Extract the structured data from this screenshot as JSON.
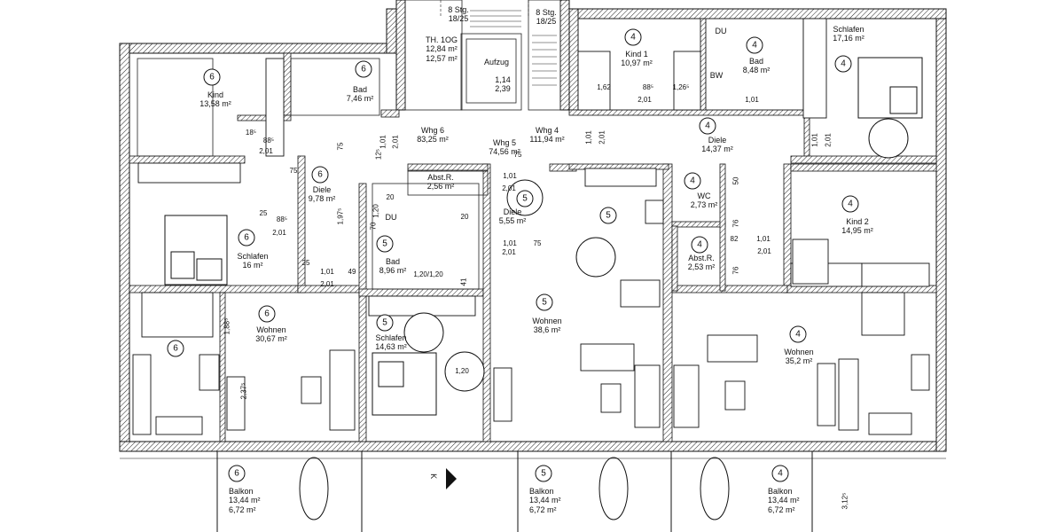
{
  "rooms": [
    {
      "id": "kind6",
      "num": "6",
      "name": "Kind",
      "area": "13,58 m²"
    },
    {
      "id": "bad6",
      "num": "6",
      "name": "Bad",
      "area": "7,46 m²"
    },
    {
      "id": "diele6",
      "num": "6",
      "name": "Diele",
      "area": "9,78 m²"
    },
    {
      "id": "schlafen6",
      "num": "6",
      "name": "Schlafen",
      "area": "16 m²"
    },
    {
      "id": "wohnen6",
      "num": "6",
      "name": "Wohnen",
      "area": "30,67 m²"
    },
    {
      "id": "abst5",
      "name": "Abst.R.",
      "area": "2,56 m²"
    },
    {
      "id": "diele5",
      "num": "5",
      "name": "Diele",
      "area": "5,55 m²"
    },
    {
      "id": "bad5",
      "num": "5",
      "name": "Bad",
      "area": "8,96 m²"
    },
    {
      "id": "schlafen5",
      "num": "5",
      "name": "Schlafen",
      "area": "14,63 m²"
    },
    {
      "id": "wohnen5",
      "num": "5",
      "name": "Wohnen",
      "area": "38,6 m²"
    },
    {
      "id": "kind1",
      "num": "4",
      "name": "Kind 1",
      "area": "10,97 m²"
    },
    {
      "id": "bad4",
      "num": "4",
      "name": "Bad",
      "area": "8,48 m²"
    },
    {
      "id": "schlafen4",
      "num": "4",
      "name": "Schlafen",
      "area": "17,16 m²"
    },
    {
      "id": "diele4",
      "num": "4",
      "name": "Diele",
      "area": "14,37 m²"
    },
    {
      "id": "wc4",
      "num": "4",
      "name": "WC",
      "area": "2,73 m²"
    },
    {
      "id": "kind2",
      "num": "4",
      "name": "Kind 2",
      "area": "14,95 m²"
    },
    {
      "id": "abst4",
      "num": "4",
      "name": "Abst.R.",
      "area": "2,53 m²"
    },
    {
      "id": "wohnen4",
      "num": "4",
      "name": "Wohnen",
      "area": "35,2 m²"
    },
    {
      "id": "balkon6",
      "num": "6",
      "name": "Balkon",
      "area": "13,44 m²",
      "area2": "6,72 m²"
    },
    {
      "id": "balkon5",
      "num": "5",
      "name": "Balkon",
      "area": "13,44 m²",
      "area2": "6,72 m²"
    },
    {
      "id": "balkon4",
      "num": "4",
      "name": "Balkon",
      "area": "13,44 m²",
      "area2": "6,72 m²"
    }
  ],
  "units": [
    {
      "id": "whg6",
      "name": "Whg 6",
      "area": "83,25 m²"
    },
    {
      "id": "whg5",
      "name": "Whg 5",
      "area": "74,56 m²"
    },
    {
      "id": "whg4",
      "name": "Whg 4",
      "area": "111,94 m²"
    }
  ],
  "circulation": {
    "th_name": "TH. 1OG",
    "th_area1": "12,84 m²",
    "th_area2": "12,57 m²",
    "stairs_left": "8 Stg.",
    "stairs_left_ratio": "18/25",
    "stairs_right": "8 Stg.",
    "stairs_right_ratio": "18/25",
    "lift": "Aufzug",
    "lift_w": "1,14",
    "lift_d": "2,39"
  },
  "fixtures": {
    "du_5": "DU",
    "du_4": "DU",
    "bw_4": "BW",
    "k_marker": "K"
  },
  "dims": {
    "d_201_a": "2,01",
    "d_201_b": "2,01",
    "d_201_c": "2,01",
    "d_201_d": "2,01",
    "d_201_e": "2,01",
    "d_201_f": "2,01",
    "d_201_g": "2,01",
    "d_201_h": "2,01",
    "d_201_i": "2,01",
    "d_201_j": "2,01",
    "d_101_a": "1,01",
    "d_101_b": "1,01",
    "d_101_c": "1,01",
    "d_101_d": "1,01",
    "d_101_e": "1,01",
    "d_101_f": "1,01",
    "d_101_g": "1,01",
    "d_101_h": "1,01",
    "d_75_a": "75",
    "d_75_b": "75",
    "d_75_c": "75",
    "d_75_d": "75",
    "d_76_a": "76",
    "d_76_b": "76",
    "d_50": "50",
    "d_82": "82",
    "d_49": "49",
    "d_25": "25",
    "d_20": "20",
    "d_70": "70",
    "d_41": "41",
    "d_120": "1,20",
    "d_120x120": "1,20/1,20",
    "d_188": "1,88⁵",
    "d_237": "2,37⁵",
    "d_197": "1,97⁵",
    "d_312": "3,12⁵",
    "d_162": "1,62",
    "d_126": "1,26⁵",
    "d_88_a": "88⁵",
    "d_88_b": "88⁵",
    "d_88_c": "88⁵",
    "d_18": "18⁵",
    "d_125": "12⁵"
  }
}
